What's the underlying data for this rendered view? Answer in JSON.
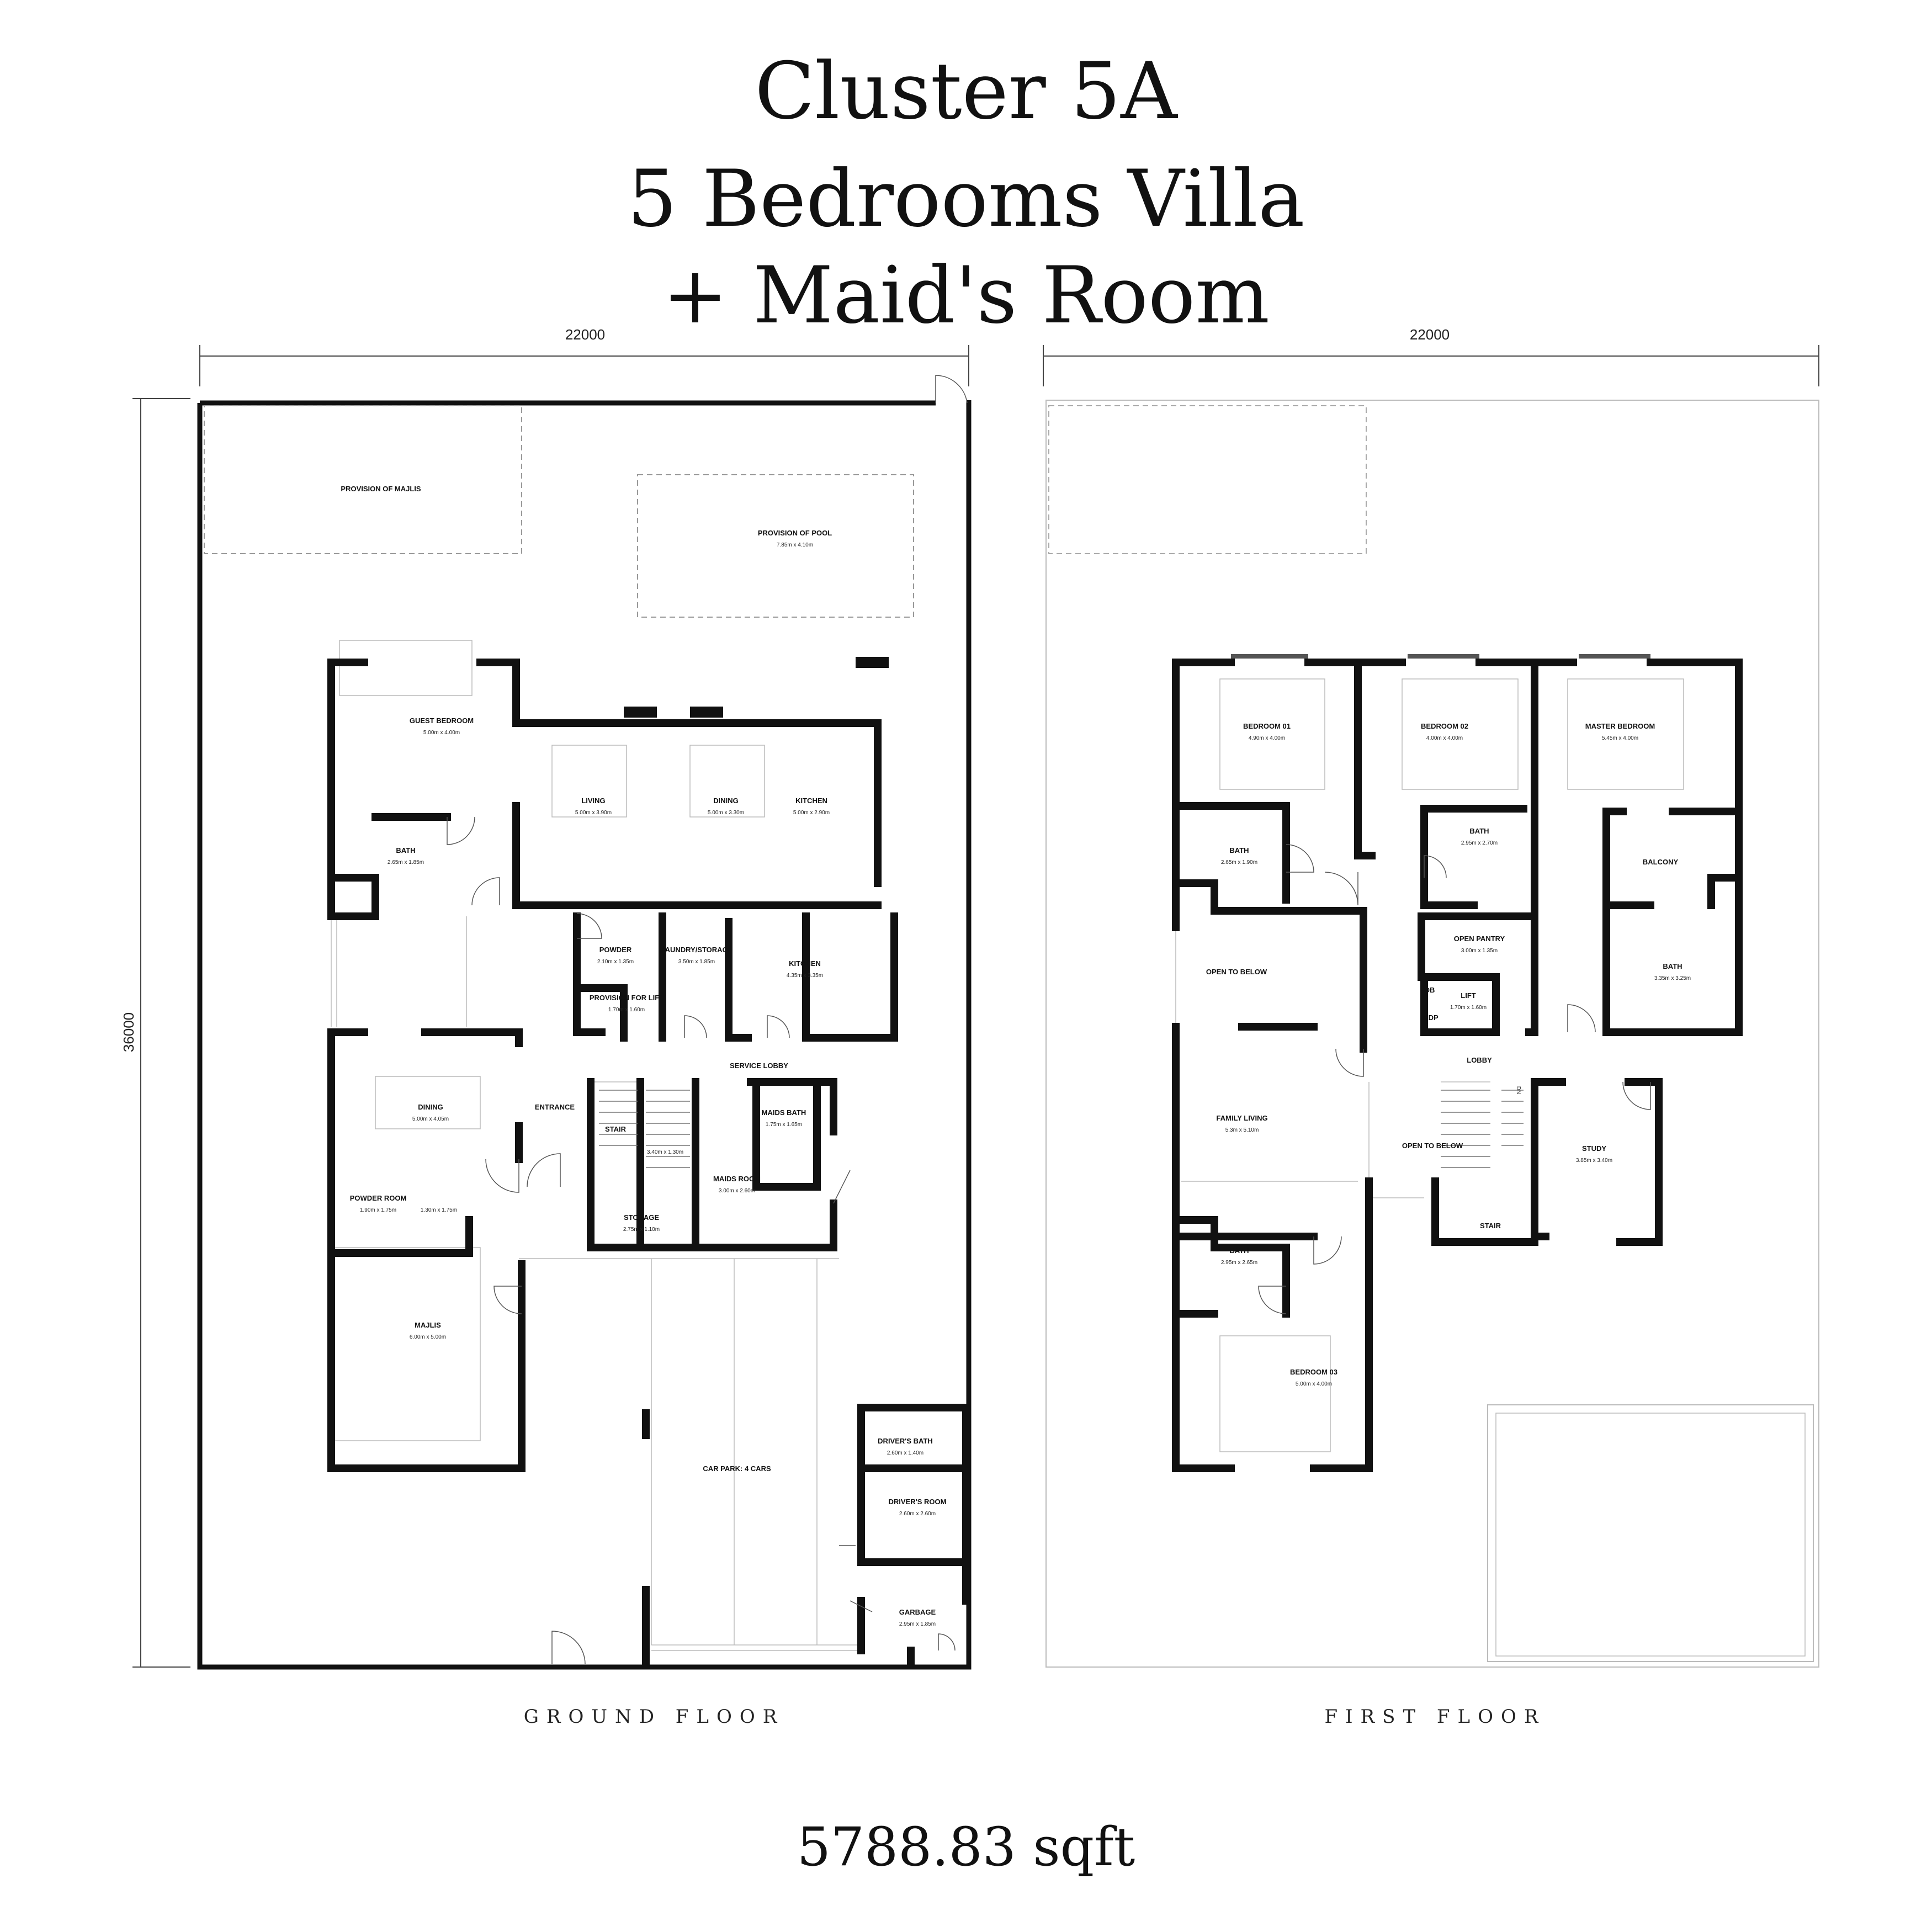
{
  "title": {
    "line1": "Cluster 5A",
    "line2": "5 Bedrooms Villa",
    "line3": "+ Maid's Room"
  },
  "area": "5788.83 sqft",
  "floors": {
    "ground": {
      "label": "GROUND FLOOR",
      "width_dim": "22000",
      "depth_dim": "36000"
    },
    "first": {
      "label": "FIRST FLOOR",
      "width_dim": "22000"
    }
  },
  "ground_rooms": {
    "majlis_provision": {
      "name": "PROVISION OF MAJLIS",
      "size": ""
    },
    "pool_provision": {
      "name": "PROVISION OF POOL",
      "size": "7.85m x 4.10m"
    },
    "guest_bedroom": {
      "name": "GUEST BEDROOM",
      "size": "5.00m x 4.00m"
    },
    "guest_bath": {
      "name": "BATH",
      "size": "2.65m x 1.85m"
    },
    "living": {
      "name": "LIVING",
      "size": "5.00m x 3.90m"
    },
    "dining_open": {
      "name": "DINING",
      "size": "5.00m x 3.30m"
    },
    "kitchen_open": {
      "name": "KITCHEN",
      "size": "5.00m x 2.90m"
    },
    "powder": {
      "name": "POWDER",
      "size": "2.10m x 1.35m"
    },
    "laundry": {
      "name": "LAUNDRY/STORAGE",
      "size": "3.50m x 1.85m"
    },
    "kitchen": {
      "name": "KITCHEN",
      "size": "4.35m x 3.35m"
    },
    "lift_provision": {
      "name": "PROVISION FOR LIFT",
      "size": "1.70m x 1.60m"
    },
    "service_lobby": {
      "name": "SERVICE LOBBY",
      "size": ""
    },
    "dining": {
      "name": "DINING",
      "size": "5.00m x 4.05m"
    },
    "entrance": {
      "name": "ENTRANCE",
      "size": ""
    },
    "stair": {
      "name": "STAIR",
      "size": "3.40m x 1.30m"
    },
    "maids_bath": {
      "name": "MAIDS BATH",
      "size": "1.75m x 1.65m"
    },
    "maids_room": {
      "name": "MAIDS ROOM",
      "size": "3.00m x 2.60m"
    },
    "powder_room": {
      "name": "POWDER ROOM",
      "size": "1.90m x 1.75m"
    },
    "powder_room_2": {
      "name": "",
      "size": "1.30m x 1.75m"
    },
    "storage": {
      "name": "STORAGE",
      "size": "2.75m x 1.10m"
    },
    "majlis": {
      "name": "MAJLIS",
      "size": "6.00m x 5.00m"
    },
    "drivers_bath": {
      "name": "DRIVER'S BATH",
      "size": "2.60m x 1.40m"
    },
    "car_park": {
      "name": "CAR PARK: 4 CARS",
      "size": ""
    },
    "drivers_room": {
      "name": "DRIVER'S ROOM",
      "size": "2.60m x 2.60m"
    },
    "garbage": {
      "name": "GARBAGE",
      "size": "2.95m x 1.85m"
    }
  },
  "first_rooms": {
    "bedroom_01": {
      "name": "BEDROOM 01",
      "size": "4.90m x 4.00m"
    },
    "bedroom_02": {
      "name": "BEDROOM 02",
      "size": "4.00m x 4.00m"
    },
    "master_bedroom": {
      "name": "MASTER BEDROOM",
      "size": "5.45m x 4.00m"
    },
    "bath_1": {
      "name": "BATH",
      "size": "2.65m x 1.90m"
    },
    "bath_2": {
      "name": "BATH",
      "size": "2.95m x 2.70m"
    },
    "balcony": {
      "name": "BALCONY",
      "size": ""
    },
    "open_below_1": {
      "name": "OPEN TO BELOW",
      "size": ""
    },
    "open_pantry": {
      "name": "OPEN PANTRY",
      "size": "3.00m x 1.35m"
    },
    "db": {
      "name": "DB",
      "size": ""
    },
    "adp": {
      "name": "ADP",
      "size": ""
    },
    "lift": {
      "name": "LIFT",
      "size": "1.70m x 1.60m"
    },
    "master_bath": {
      "name": "BATH",
      "size": "3.35m x 3.25m"
    },
    "lobby": {
      "name": "LOBBY",
      "size": ""
    },
    "family_living": {
      "name": "FAMILY LIVING",
      "size": "5.3m x 5.10m"
    },
    "open_below_2": {
      "name": "OPEN TO BELOW",
      "size": ""
    },
    "study": {
      "name": "STUDY",
      "size": "3.85m x 3.40m"
    },
    "stair": {
      "name": "STAIR",
      "size": ""
    },
    "bath_3": {
      "name": "BATH",
      "size": "2.95m x 2.65m"
    },
    "bedroom_03": {
      "name": "BEDROOM 03",
      "size": "5.00m x 4.00m"
    },
    "dn_marker": {
      "name": "DN",
      "size": ""
    }
  }
}
